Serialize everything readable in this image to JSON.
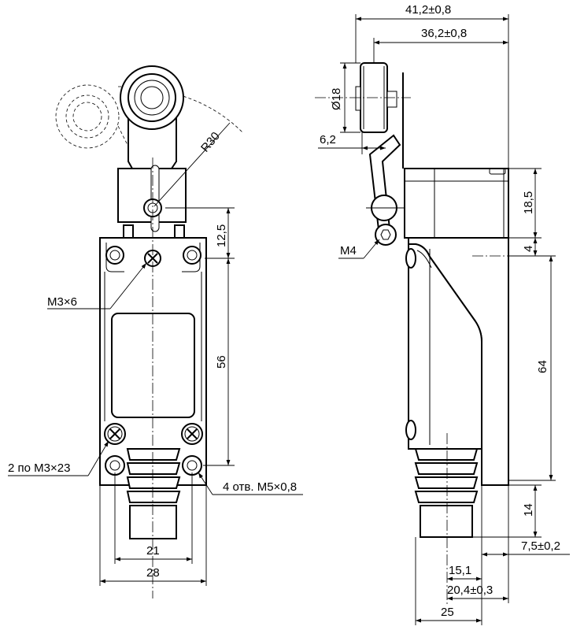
{
  "front_view": {
    "label_m3x6": "M3×6",
    "label_2xm3x23": "2 по M3×23",
    "label_4holes": "4 отв. M5×0,8",
    "label_r30": "R30",
    "dim_12_5": "12,5",
    "dim_56": "56",
    "dim_21": "21",
    "dim_28": "28"
  },
  "side_view": {
    "dim_41_2": "41,2±0,8",
    "dim_36_2": "36,2±0,8",
    "dim_d18": "Ø18",
    "dim_6_2": "6,2",
    "label_m4": "M4",
    "dim_18_5": "18,5",
    "dim_4": "4",
    "dim_64": "64",
    "dim_14": "14",
    "dim_7_5": "7,5±0,2",
    "dim_15_1": "15,1",
    "dim_20_4": "20,4±0,3",
    "dim_25": "25"
  }
}
